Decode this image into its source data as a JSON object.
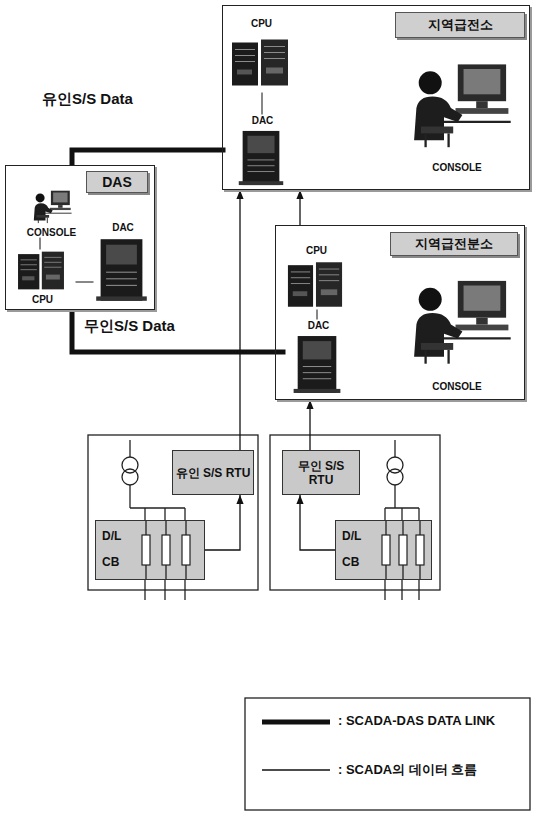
{
  "diagram": {
    "nodes": [
      {
        "text": [
          "지역급전소"
        ]
      },
      {
        "text": [
          "CPU"
        ],
        "in": 0
      },
      {
        "text": [
          "DAC"
        ],
        "in": 0
      },
      {
        "text": [
          "CONSOLE"
        ],
        "in": 0
      },
      {
        "text": [
          "DAS"
        ]
      },
      {
        "text": [
          "CONSOLE"
        ],
        "in": 4
      },
      {
        "text": [
          "CPU"
        ],
        "in": 4
      },
      {
        "text": [
          "DAC"
        ],
        "in": 4
      },
      {
        "text": [
          "지역급전분소"
        ]
      },
      {
        "text": [
          "CPU"
        ],
        "in": 8
      },
      {
        "text": [
          "DAC"
        ],
        "in": 8
      },
      {
        "text": [
          "CONSOLE"
        ],
        "in": 8
      },
      {
        "text": [
          "유인 S/S RTU"
        ]
      },
      {
        "text": [
          "D/L",
          "CB"
        ]
      },
      {
        "text": [
          "무인 S/S RTU"
        ]
      },
      {
        "text": [
          "D/L",
          "CB"
        ]
      }
    ],
    "edges": [
      {
        "from": 4,
        "to": 2,
        "arrow": "none",
        "label": "유인S/S Data"
      },
      {
        "from": 4,
        "to": 10,
        "arrow": "none",
        "label": "무인S/S Data"
      },
      {
        "from": 12,
        "to": 0,
        "arrow": "to"
      },
      {
        "from": 8,
        "to": 0,
        "arrow": "to"
      },
      {
        "from": 14,
        "to": 8,
        "arrow": "to"
      },
      {
        "from": 13,
        "to": 12,
        "arrow": "to"
      },
      {
        "from": 15,
        "to": 14,
        "arrow": "to"
      },
      {
        "from": 1,
        "to": 2,
        "arrow": "none"
      },
      {
        "from": 5,
        "to": 6,
        "arrow": "none"
      },
      {
        "from": 6,
        "to": 7,
        "arrow": "none"
      },
      {
        "from": 9,
        "to": 10,
        "arrow": "none"
      }
    ],
    "legend": [
      {
        "text": ": SCADA-DAS DATA LINK"
      },
      {
        "text": ": SCADA의 데이터 흐름"
      }
    ]
  }
}
